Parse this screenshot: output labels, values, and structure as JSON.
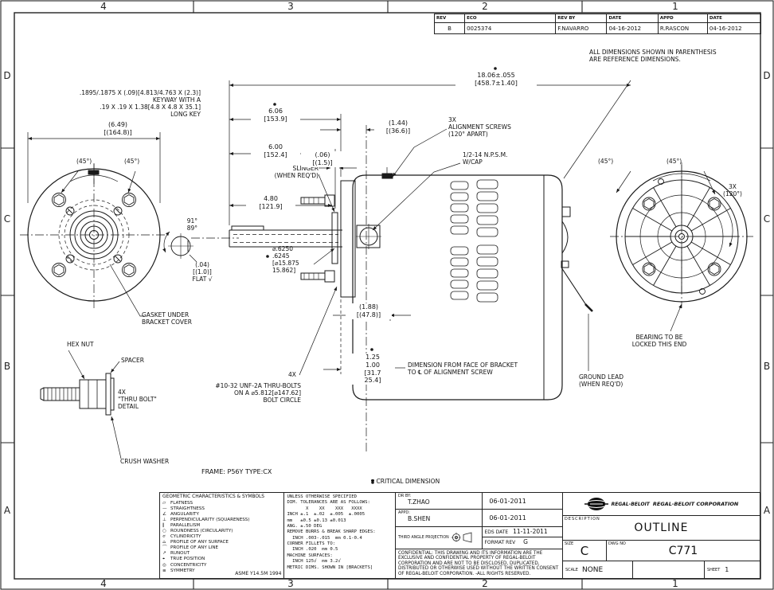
{
  "colors": {
    "line": "#1a1a1a",
    "bg": "#ffffff"
  },
  "zones": {
    "top": [
      "4",
      "3",
      "2",
      "1"
    ],
    "bottom": [
      "4",
      "3",
      "2",
      "1"
    ],
    "left": [
      "D",
      "C",
      "B",
      "A"
    ],
    "right": [
      "D",
      "C",
      "B",
      "A"
    ]
  },
  "rev_table": {
    "headers": [
      "REV",
      "ECO",
      "REV BY",
      "DATE",
      "APPD",
      "DATE"
    ],
    "row": [
      "B",
      "0025374",
      "F.NAVARRO",
      "04-16-2012",
      "R.RASCON",
      "04-16-2012"
    ]
  },
  "notes": {
    "reference": "ALL DIMENSIONS SHOWN IN PARENTHESIS\nARE REFERENCE DIMENSIONS.",
    "frame": "FRAME: P56Y TYPE:CX",
    "critical": "CRITICAL DIMENSION"
  },
  "labels": {
    "keyway": ".1895/.1875 X (.09)[4.813/4.763 X (2.3)]\nKEYWAY WITH A\n.19 X .19 X 1.38[4.8 X 4.8 X 35.1]\nLONG KEY",
    "dia_649": "(6.49)\n[(164.8)]",
    "left_45_a": "(45°)",
    "left_45_b": "(45°)",
    "dim_606": "6.06\n[153.9]",
    "dim_600": "6.00\n[152.4]",
    "dim_1806": "18.06±.055\n[458.7±1.40]",
    "dim_144": "(1.44)\n[(36.6)]",
    "align_screws": "3X\nALIGNMENT SCREWS\n(120° APART)",
    "npsm": "1/2-14 N.P.S.M.\nW/CAP",
    "slinger": "SLINGER\n(WHEN REQ'D)",
    "dim_006": "(.06)\n[(1.5)]",
    "dim_480": "4.80\n[121.9]",
    "angle_9189": "91°\n89°",
    "shaft_dia": "⌀.6250\n.6245\n[⌀15.875\n15.862]",
    "flat": "(.04)\n[(1.0)]\nFLAT √",
    "dim_188": "(1.88)\n[(47.8)]",
    "dim_125": "1.25\n1.00\n[31.7\n25.4]",
    "thru_4x": "4X",
    "thru_bolts": "#10-32 UNF-2A THRU-BOLTS\nON A ⌀5.812[⌀147.62]\nBOLT CIRCLE",
    "dim_from_face": "DIMENSION FROM FACE OF BRACKET\nTO ℄ OF ALIGNMENT SCREW",
    "ground_lead": "GROUND LEAD\n(WHEN REQ'D)",
    "bearing": "BEARING TO BE\nLOCKED THIS END",
    "gasket": "GASKET UNDER\nBRACKET COVER",
    "hex_nut": "HEX NUT",
    "spacer": "SPACER",
    "thru_detail": "4X\n\"THRU BOLT\"\nDETAIL",
    "crush_washer": "CRUSH WASHER",
    "right_45_a": "(45°)",
    "right_45_b": "(45°)",
    "right_3x": "3X\n(120°)"
  },
  "symbols_block": {
    "title": "GEOMETRIC CHARACTERISTICS & SYMBOLS",
    "items": [
      {
        "sym": "▱",
        "label": "FLATNESS"
      },
      {
        "sym": "—",
        "label": "STRAIGHTNESS"
      },
      {
        "sym": "∠",
        "label": "ANGULARITY"
      },
      {
        "sym": "⊥",
        "label": "PERPENDICULARITY (SQUARENESS)"
      },
      {
        "sym": "∥",
        "label": "PARALLELISM"
      },
      {
        "sym": "○",
        "label": "ROUNDNESS (CIRCULARITY)"
      },
      {
        "sym": "⌭",
        "label": "CYLINDRICITY"
      },
      {
        "sym": "⌓",
        "label": "PROFILE OF ANY SURFACE"
      },
      {
        "sym": "⌒",
        "label": "PROFILE OF ANY LINE"
      },
      {
        "sym": "↗",
        "label": "RUNOUT"
      },
      {
        "sym": "⌖",
        "label": "TRUE POSITION"
      },
      {
        "sym": "◎",
        "label": "CONCENTRICITY"
      },
      {
        "sym": "≡",
        "label": "SYMMETRY"
      }
    ],
    "standard": "ASME Y14.5M 1994"
  },
  "tolerance_block": {
    "lines": [
      "UNLESS OTHERWISE SPECIFIED",
      "DIM. TOLERANCES ARE AS FOLLOWS:",
      "       X    XX    XXX   XXXX",
      "INCH ±.1  ±.02  ±.005  ±.0005",
      "mm   ±0.5 ±0.13 ±0.013",
      "ANG. ±.50 DEG",
      "REMOVE BURRS & BREAK SHARP EDGES:",
      "  INCH .003-.015  mm 0.1-0.4",
      "CORNER FILLETS TO:",
      "  INCH .020  mm 0.5",
      "MACHINE SURFACES:",
      "  INCH 125√  mm 3.2√",
      "METRIC DIMS. SHOWN IN [BRACKETS]"
    ]
  },
  "sign_block": {
    "dr_by_label": "DR BY:",
    "dr_by": "T.ZHAO",
    "dr_date": "06-01-2011",
    "appd_label": "APPD:",
    "appd": "B.SHEN",
    "appd_date": "06-01-2011",
    "projection": "THIRD ANGLE PROJECTION",
    "eds_label": "EDS DATE",
    "eds_date": "11-11-2011",
    "format_label": "FORMAT REV",
    "format_rev": "G",
    "confidential": "CONFIDENTIAL: THIS DRAWING AND ITS INFORMATION ARE THE EXCLUSIVE AND CONFIDENTIAL PROPERTY OF REGAL-BELOIT CORPORATION AND ARE NOT TO BE DISCLOSED, DUPLICATED, DISTRIBUTED OR OTHERWISE USED WITHOUT THE WRITTEN CONSENT OF REGAL-BELOIT CORPORATION. -ALL RIGHTS RESERVED."
  },
  "title_block": {
    "logo_text": "REGAL-BELOIT",
    "company": "REGAL-BELOIT CORPORATION",
    "description_label": "DESCRIPTION",
    "description": "OUTLINE",
    "size_label": "SIZE",
    "size": "C",
    "dwg_label": "DWG NO",
    "dwg_no": "C771",
    "scale_label": "SCALE",
    "scale": "NONE",
    "sheet_label": "SHEET",
    "sheet": "1"
  }
}
